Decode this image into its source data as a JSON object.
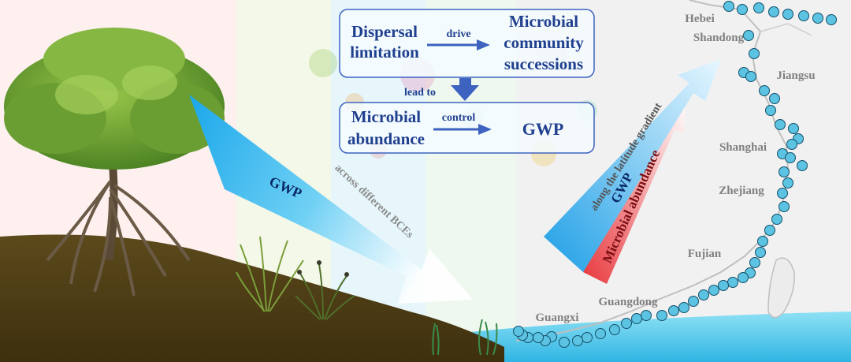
{
  "flow": {
    "dispersal": [
      "Dispersal",
      "limitation"
    ],
    "drive": "drive",
    "succession": [
      "Microbial",
      "community",
      "successions"
    ],
    "lead_to": "lead to",
    "abundance": [
      "Microbial",
      "abundance"
    ],
    "control": "control",
    "gwp": "GWP"
  },
  "arrows": {
    "left_gwp": "GWP",
    "across": "across different BCEs",
    "along": "along the latitude gradient",
    "right_gwp": "GWP",
    "right_abundance": "Microbial abundance"
  },
  "map": {
    "provinces": [
      "Hebei",
      "Shandong",
      "Jiangsu",
      "Shanghai",
      "Zhejiang",
      "Fujian",
      "Guangdong",
      "Guangxi"
    ]
  },
  "colors": {
    "arrow_text": "#0b2a66",
    "flow_text": "#1f3f8f",
    "flow_arrow": "#3d62c0",
    "site_fill": "#5cc3e2",
    "blue_arrow": "#29b0e8",
    "red_arrow": "#e8383d"
  }
}
